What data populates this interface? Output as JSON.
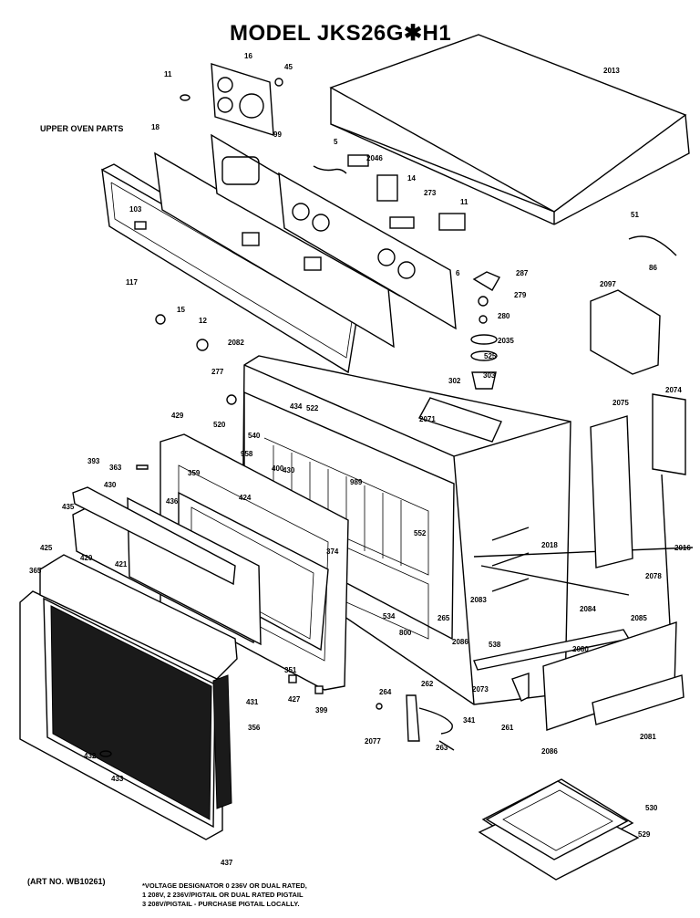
{
  "title": "MODEL JKS26G✱H1",
  "section_label": "UPPER OVEN PARTS",
  "art_number": "(ART NO. WB10261)",
  "footnote": {
    "line1": "*VOLTAGE DESIGNATOR 0 236V OR DUAL RATED,",
    "line2": "1 208V, 2 236V/PIGTAIL OR DUAL RATED PIGTAIL",
    "line3": "3 208V/PIGTAIL - PURCHASE PIGTAIL LOCALLY."
  },
  "part_labels": [
    "11",
    "16",
    "45",
    "2013",
    "UPPER OVEN PARTS",
    "18",
    "99",
    "5",
    "2046",
    "14",
    "273",
    "11",
    "103",
    "51",
    "117",
    "6",
    "287",
    "86",
    "279",
    "2097",
    "15",
    "12",
    "280",
    "2035",
    "2082",
    "525",
    "277",
    "302",
    "303",
    "429",
    "522",
    "2071",
    "2075",
    "2074",
    "520",
    "540",
    "393",
    "363",
    "958",
    "430",
    "434",
    "359",
    "400",
    "430",
    "989",
    "436",
    "424",
    "435",
    "552",
    "421",
    "420",
    "425",
    "374",
    "2018",
    "2016",
    "2078",
    "365",
    "2083",
    "2084",
    "534",
    "800",
    "265",
    "2085",
    "2086",
    "538",
    "2080",
    "2073",
    "351",
    "427",
    "399",
    "264",
    "262",
    "431",
    "341",
    "356",
    "261",
    "2077",
    "2086",
    "432",
    "263",
    "2081",
    "433",
    "530",
    "529",
    "437"
  ]
}
